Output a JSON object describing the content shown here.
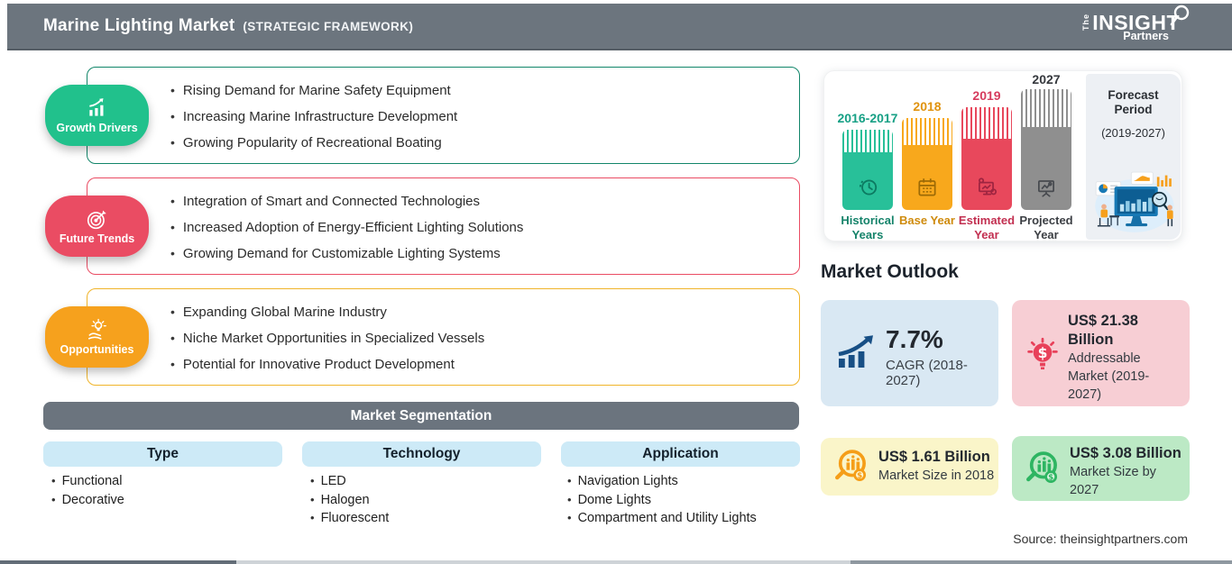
{
  "header": {
    "title": "Marine Lighting Market",
    "subtitle": "(STRATEGIC FRAMEWORK)",
    "logo": {
      "the": "The",
      "insight": "INSIGHT",
      "partners": "Partners"
    }
  },
  "features": [
    {
      "label": "Growth Drivers",
      "color": "#21c18c",
      "border_color": "#12866a",
      "icon": "bar-chart-growth-icon",
      "items": [
        "Rising Demand for Marine Safety Equipment",
        "Increasing Marine Infrastructure Development",
        "Growing Popularity of Recreational Boating"
      ]
    },
    {
      "label": "Future Trends",
      "color": "#ea4c63",
      "border_color": "#ea4c63",
      "icon": "target-dart-icon",
      "items": [
        "Integration of Smart and Connected Technologies",
        "Increased Adoption of Energy-Efficient Lighting Solutions",
        "Growing Demand for Customizable Lighting Systems"
      ]
    },
    {
      "label": "Opportunities",
      "color": "#f6a11d",
      "border_color": "#f0b42a",
      "icon": "hand-bulb-icon",
      "items": [
        "Expanding Global Marine Industry",
        "Niche Market Opportunities in Specialized Vessels",
        "Potential for Innovative Product Development"
      ]
    }
  ],
  "segmentation": {
    "title": "Market Segmentation",
    "columns": [
      {
        "label": "Type",
        "items": [
          "Functional",
          "Decorative"
        ]
      },
      {
        "label": "Technology",
        "items": [
          "LED",
          "Halogen",
          "Fluorescent"
        ]
      },
      {
        "label": "Application",
        "items": [
          "Navigation Lights",
          "Dome Lights",
          "Compartment and Utility Lights"
        ]
      }
    ]
  },
  "timeline": {
    "bars": [
      {
        "year": "2016-2017",
        "name": "Historical Years",
        "color": "#28c099",
        "icon": "history-clock-icon"
      },
      {
        "year": "2018",
        "name": "Base Year",
        "color": "#f8a81c",
        "icon": "calendar-icon"
      },
      {
        "year": "2019",
        "name": "Estimated Year",
        "color": "#e8485c",
        "icon": "monitor-gear-icon"
      },
      {
        "year": "2027",
        "name": "Projected Year",
        "color": "#8f8f8f",
        "icon": "projection-screen-icon"
      }
    ],
    "forecast": {
      "title": "Forecast Period",
      "range": "(2019-2027)"
    }
  },
  "outlook": {
    "title": "Market Outlook",
    "cards": [
      {
        "value": "7.7%",
        "label": "CAGR (2018-2027)",
        "bg": "#d9e8f3",
        "icon": "growth-arrow-bars-icon"
      },
      {
        "value": "US$ 21.38 Billion",
        "label": "Addressable Market (2019-2027)",
        "bg": "#f7ced4",
        "icon": "dollar-bulb-icon"
      },
      {
        "value": "US$ 1.61 Billion",
        "label": "Market Size in 2018",
        "bg": "#faf5c9",
        "icon": "magnifier-chart-icon-orange"
      },
      {
        "value": "US$ 3.08 Billion",
        "label": "Market Size by 2027",
        "bg": "#bce9c5",
        "icon": "magnifier-chart-icon-green"
      }
    ]
  },
  "source": {
    "text": "Source: theinsightpartners.com"
  }
}
